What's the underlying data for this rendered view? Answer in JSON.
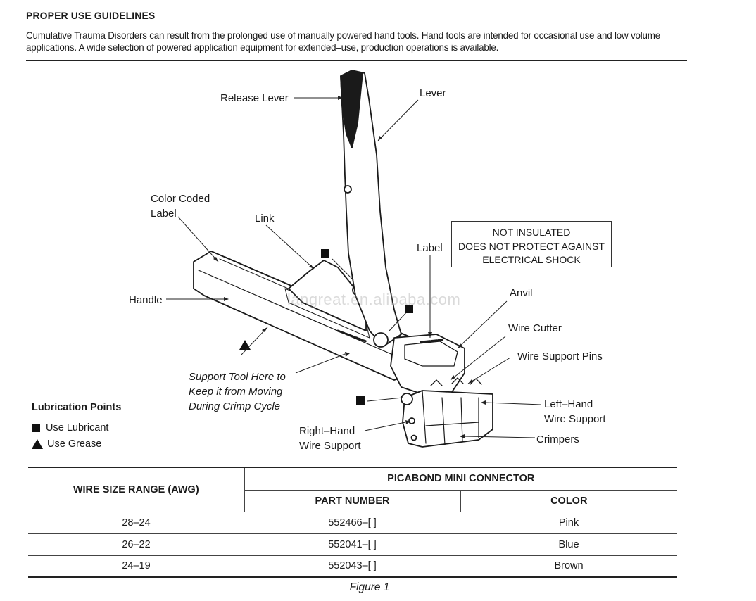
{
  "heading": "PROPER USE GUIDELINES",
  "intro_line1": "Cumulative Trauma Disorders can result from the prolonged use of manually powered hand tools. Hand tools are intended for occasional use and low volume",
  "intro_line2": "applications.  A wide selection of powered application equipment for extended–use, production operations is available.",
  "callouts": {
    "release_lever": "Release Lever",
    "lever": "Lever",
    "color_coded_label_1": "Color Coded",
    "color_coded_label_2": "Label",
    "link": "Link",
    "label": "Label",
    "handle": "Handle",
    "anvil": "Anvil",
    "wire_cutter": "Wire Cutter",
    "wire_support_pins": "Wire Support Pins",
    "support_note_1": "Support Tool Here to",
    "support_note_2": "Keep it from Moving",
    "support_note_3": "During Crimp Cycle",
    "left_hand_1": "Left–Hand",
    "left_hand_2": "Wire Support",
    "right_hand_1": "Right–Hand",
    "right_hand_2": "Wire Support",
    "crimpers": "Crimpers"
  },
  "warning": {
    "line1": "NOT INSULATED",
    "line2": "DOES NOT PROTECT AGAINST",
    "line3": "ELECTRICAL SHOCK"
  },
  "watermark": "langreat.en.alibaba.com",
  "lubrication": {
    "title": "Lubrication Points",
    "lubricant": "Use Lubricant",
    "grease": "Use Grease"
  },
  "table": {
    "col_wire_size": "WIRE SIZE RANGE (AWG)",
    "group_header": "PICABOND MINI CONNECTOR",
    "col_part_number": "PART NUMBER",
    "col_color": "COLOR",
    "rows": [
      {
        "wire_size": "28–24",
        "part_number": "552466–[ ]",
        "color": "Pink"
      },
      {
        "wire_size": "26–22",
        "part_number": "552041–[ ]",
        "color": "Blue"
      },
      {
        "wire_size": "24–19",
        "part_number": "552043–[ ]",
        "color": "Brown"
      }
    ]
  },
  "caption": "Figure 1"
}
